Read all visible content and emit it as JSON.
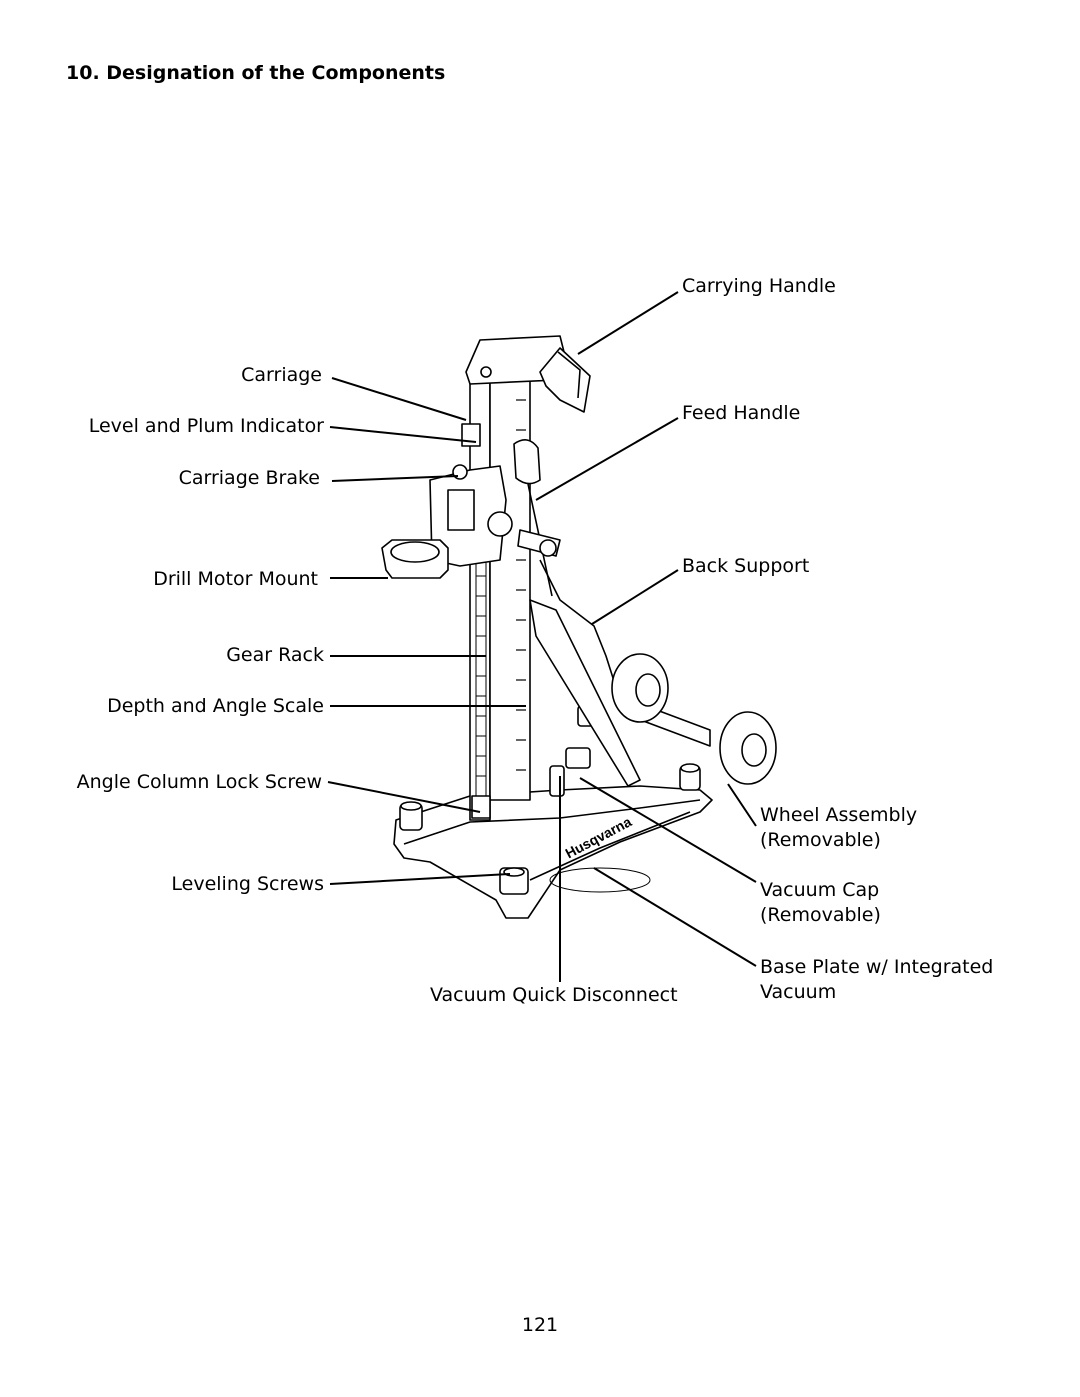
{
  "page": {
    "title": "10. Designation of the Components",
    "page_number": "121"
  },
  "labels": {
    "carrying_handle": "Carrying Handle",
    "carriage": "Carriage",
    "feed_handle": "Feed Handle",
    "level_plum": "Level and Plum Indicator",
    "carriage_brake": "Carriage Brake",
    "drill_motor_mount": "Drill Motor Mount",
    "back_support": "Back Support",
    "gear_rack": "Gear Rack",
    "depth_angle_scale": "Depth and Angle Scale",
    "angle_column_lock": "Angle Column Lock Screw",
    "wheel_assembly_1": "Wheel Assembly",
    "wheel_assembly_2": "(Removable)",
    "vacuum_cap_1": "Vacuum Cap",
    "vacuum_cap_2": "(Removable)",
    "leveling_screws": "Leveling Screws",
    "base_plate_1": "Base Plate w/ Integrated",
    "base_plate_2": "Vacuum",
    "vacuum_quick_disconnect": "Vacuum Quick Disconnect"
  },
  "logo_text": "Husqvarna"
}
